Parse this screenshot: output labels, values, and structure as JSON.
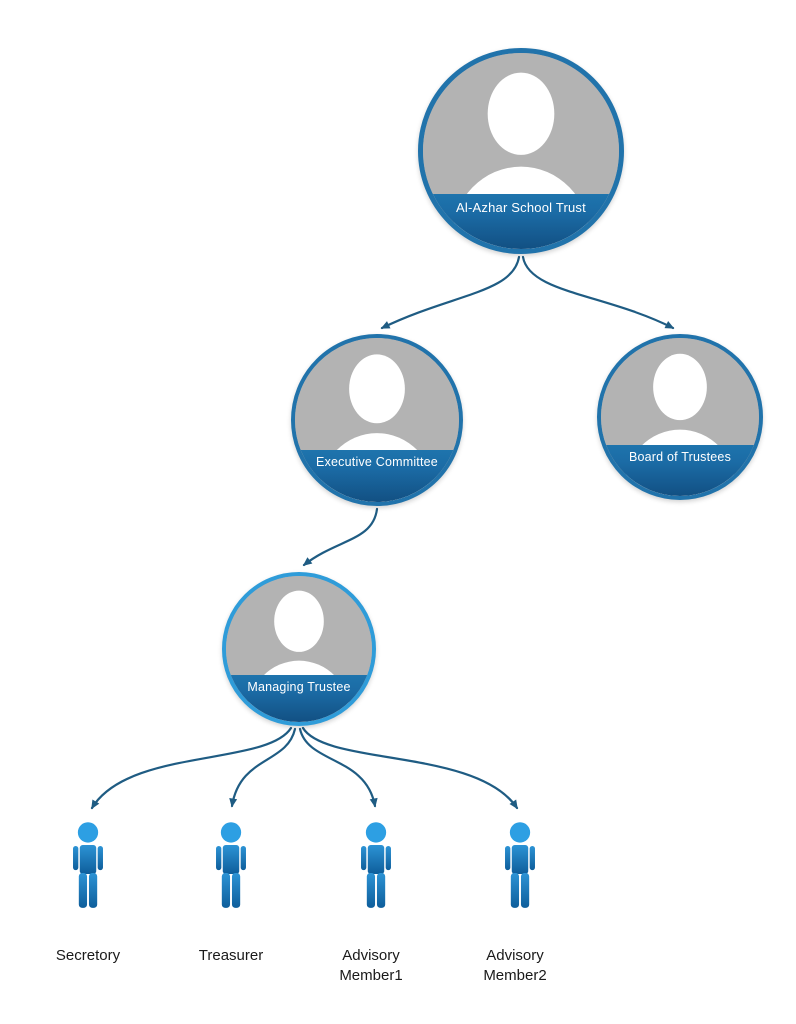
{
  "diagram": {
    "type": "org-chart",
    "nodes": {
      "root": {
        "label": "Al-Azhar School Trust"
      },
      "executive": {
        "label": "Executive Committee"
      },
      "board": {
        "label": "Board of Trustees"
      },
      "managing": {
        "label": "Managing Trustee"
      },
      "members": [
        {
          "label": "Secretory"
        },
        {
          "label": "Treasurer"
        },
        {
          "label": "Advisory Member1"
        },
        {
          "label": "Advisory Member2"
        }
      ]
    },
    "edges": [
      {
        "from": "Al-Azhar School Trust",
        "to": "Executive Committee"
      },
      {
        "from": "Al-Azhar School Trust",
        "to": "Board of Trustees"
      },
      {
        "from": "Executive Committee",
        "to": "Managing Trustee"
      },
      {
        "from": "Managing Trustee",
        "to": "Secretory"
      },
      {
        "from": "Managing Trustee",
        "to": "Treasurer"
      },
      {
        "from": "Managing Trustee",
        "to": "Advisory Member1"
      },
      {
        "from": "Managing Trustee",
        "to": "Advisory Member2"
      }
    ],
    "colors": {
      "node_band_blue": "#1b6ba5",
      "rim_blue": "#2173ab",
      "rim_light_blue": "#2f9cd9",
      "connector": "#1f5c83",
      "silhouette_gray": "#b3b3b3",
      "figure_head_blue": "#2d9fe3",
      "figure_body_top": "#2c93d5",
      "figure_body_bottom": "#0e5e9b",
      "label_text": "#1a1a1a"
    }
  }
}
